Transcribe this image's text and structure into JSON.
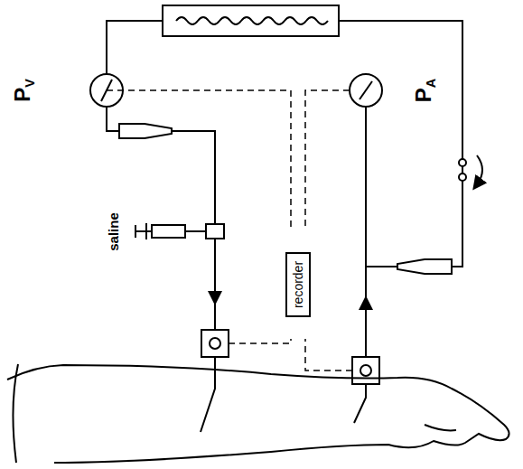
{
  "diagram": {
    "nodes": [
      {
        "text": [
          "recorder"
        ]
      }
    ],
    "labels": [
      "PV",
      "PA",
      "saline"
    ]
  }
}
